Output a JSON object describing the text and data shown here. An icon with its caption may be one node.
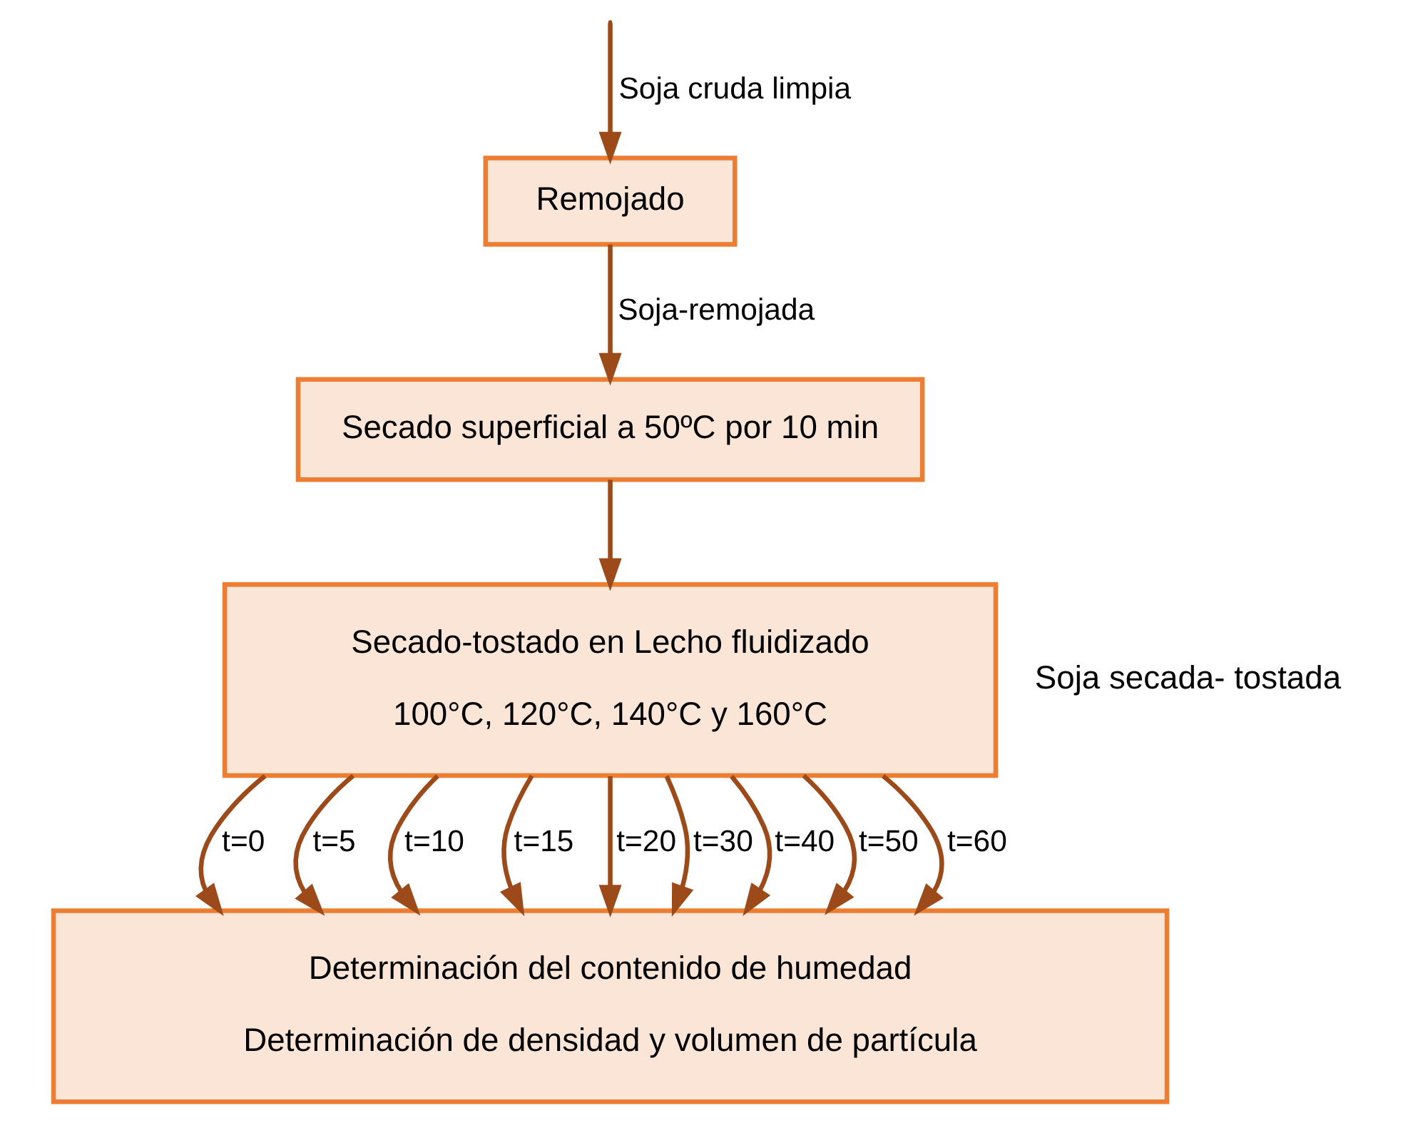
{
  "diagram": {
    "nodes": [
      {
        "text": [
          "Remojado"
        ]
      },
      {
        "text": [
          "Secado superficial a 50ºC por 10 min"
        ]
      },
      {
        "text": [
          "Secado-tostado en Lecho fluidizado",
          "100°C, 120°C, 140°C y 160°C"
        ]
      },
      {
        "text": [
          "Determinación del contenido de humedad",
          "Determinación de densidad y volumen de partícula"
        ]
      }
    ],
    "edges": [
      {
        "from": null,
        "to": 0,
        "arrow": "to",
        "label": "Soja cruda limpia"
      },
      {
        "from": 0,
        "to": 1,
        "arrow": "to",
        "label": "Soja-remojada"
      },
      {
        "from": 1,
        "to": 2,
        "arrow": "to"
      },
      {
        "from": 2,
        "to": 3,
        "arrow": "to",
        "label": "t=0"
      },
      {
        "from": 2,
        "to": 3,
        "arrow": "to",
        "label": "t=5"
      },
      {
        "from": 2,
        "to": 3,
        "arrow": "to",
        "label": "t=10"
      },
      {
        "from": 2,
        "to": 3,
        "arrow": "to",
        "label": "t=15"
      },
      {
        "from": 2,
        "to": 3,
        "arrow": "to",
        "label": "t=20"
      },
      {
        "from": 2,
        "to": 3,
        "arrow": "to",
        "label": "t=30"
      },
      {
        "from": 2,
        "to": 3,
        "arrow": "to",
        "label": "t=40"
      },
      {
        "from": 2,
        "to": 3,
        "arrow": "to",
        "label": "t=50"
      },
      {
        "from": 2,
        "to": 3,
        "arrow": "to",
        "label": "t=60"
      }
    ],
    "labels": [
      "Soja secada- tostada"
    ]
  }
}
